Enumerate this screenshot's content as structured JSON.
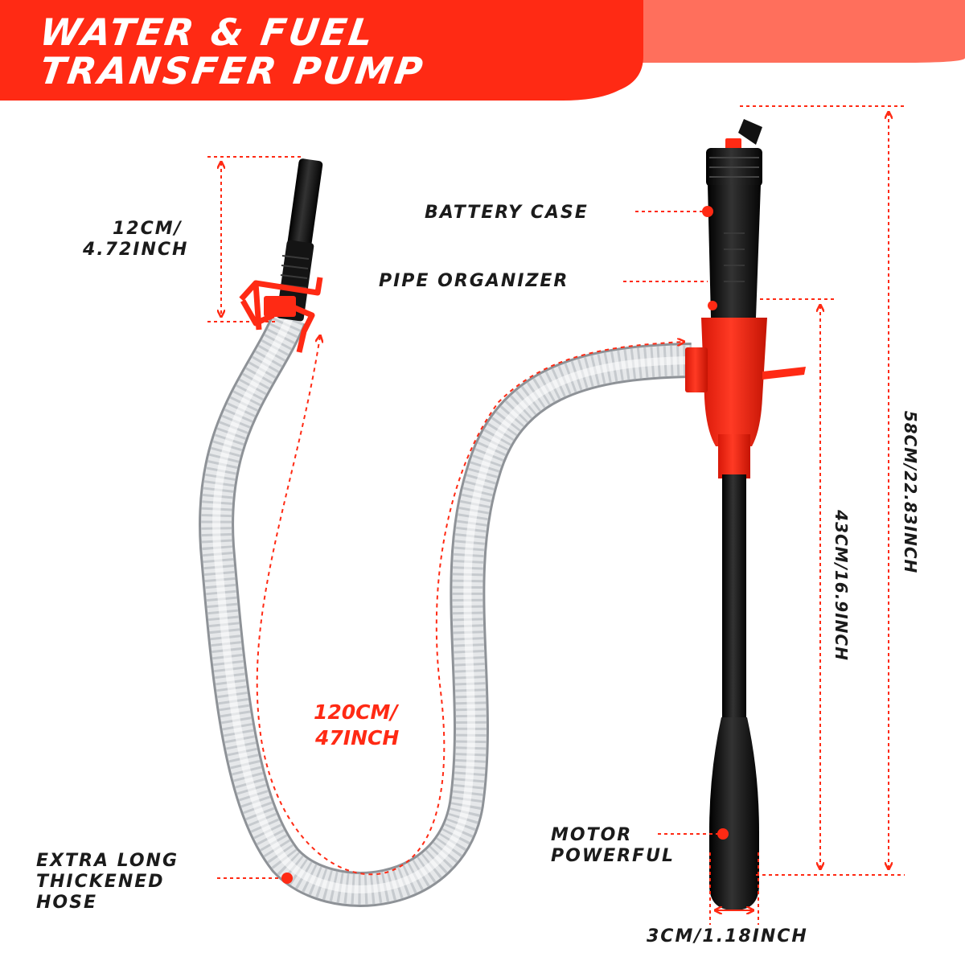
{
  "header": {
    "title_line1": "WATER & FUEL",
    "title_line2": "TRANSFER PUMP"
  },
  "labels": {
    "nozzle_length": {
      "line1": "12CM/",
      "line2": "4.72INCH"
    },
    "battery_case": "BATTERY CASE",
    "pipe_organizer": "PIPE ORGANIZER",
    "hose_length": {
      "line1": "120CM/",
      "line2": "47INCH"
    },
    "hose_description": {
      "line1": "EXTRA LONG",
      "line2": "THICKENED",
      "line3": "HOSE"
    },
    "motor": {
      "line1": "MOTOR",
      "line2": "POWERFUL"
    },
    "diameter": "3CM/1.18INCH",
    "tube_length": "43CM/16.9INCH",
    "total_length": "58CM/22.83INCH"
  },
  "colors": {
    "accent_red": "#ff2a14",
    "header_light": "#ff6f5c",
    "hose_white": "#e6e8ea",
    "pump_black": "#111111",
    "text_dark": "#1b1b1b"
  }
}
